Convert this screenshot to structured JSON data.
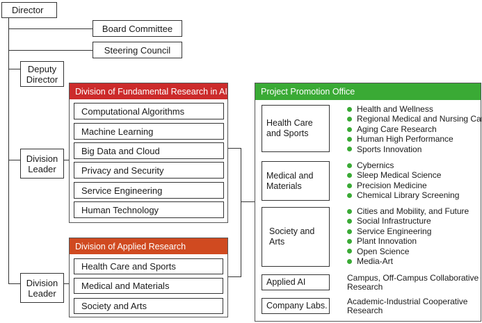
{
  "director": "Director",
  "board_committee": "Board Committee",
  "steering_council": "Steering Council",
  "deputy_director": "Deputy Director",
  "division_leader_1": "Division Leader",
  "division_leader_2": "Division Leader",
  "fundamental": {
    "header": "Division of Fundamental Research in AI",
    "items": [
      "Computational Algorithms",
      "Machine Learning",
      "Big Data and Cloud",
      "Privacy and Security",
      "Service Engineering",
      "Human Technology"
    ]
  },
  "applied": {
    "header": "Division of Applied Research",
    "items": [
      "Health Care and Sports",
      "Medical and Materials",
      "Society and Arts"
    ]
  },
  "ppo": {
    "header": "Project Promotion Office",
    "groups": [
      {
        "label": "Health Care and Sports",
        "items": [
          "Health and Wellness",
          "Regional Medical and Nursing Care",
          "Aging Care Research",
          "Human High Performance",
          "Sports Innovation"
        ]
      },
      {
        "label": "Medical and Materials",
        "items": [
          "Cybernics",
          "Sleep Medical Science",
          "Precision Medicine",
          "Chemical Library Screening"
        ]
      },
      {
        "label": "Society and Arts",
        "items": [
          "Cities and Mobility, and Future",
          "Social Infrastructure",
          "Service Engineering",
          "Plant Innovation",
          "Open Science",
          "Media-Art"
        ]
      }
    ],
    "applied_ai": "Applied AI",
    "applied_ai_note": "Campus, Off-Campus Collaborative Research",
    "company_labs": "Company Labs.",
    "company_labs_note": "Academic-Industrial Cooperative Research"
  },
  "colors": {
    "fundamental_header": "#cc2b2b",
    "applied_header": "#d04a20",
    "ppo_header": "#3aaa35",
    "bullet": "#3aaa35"
  }
}
